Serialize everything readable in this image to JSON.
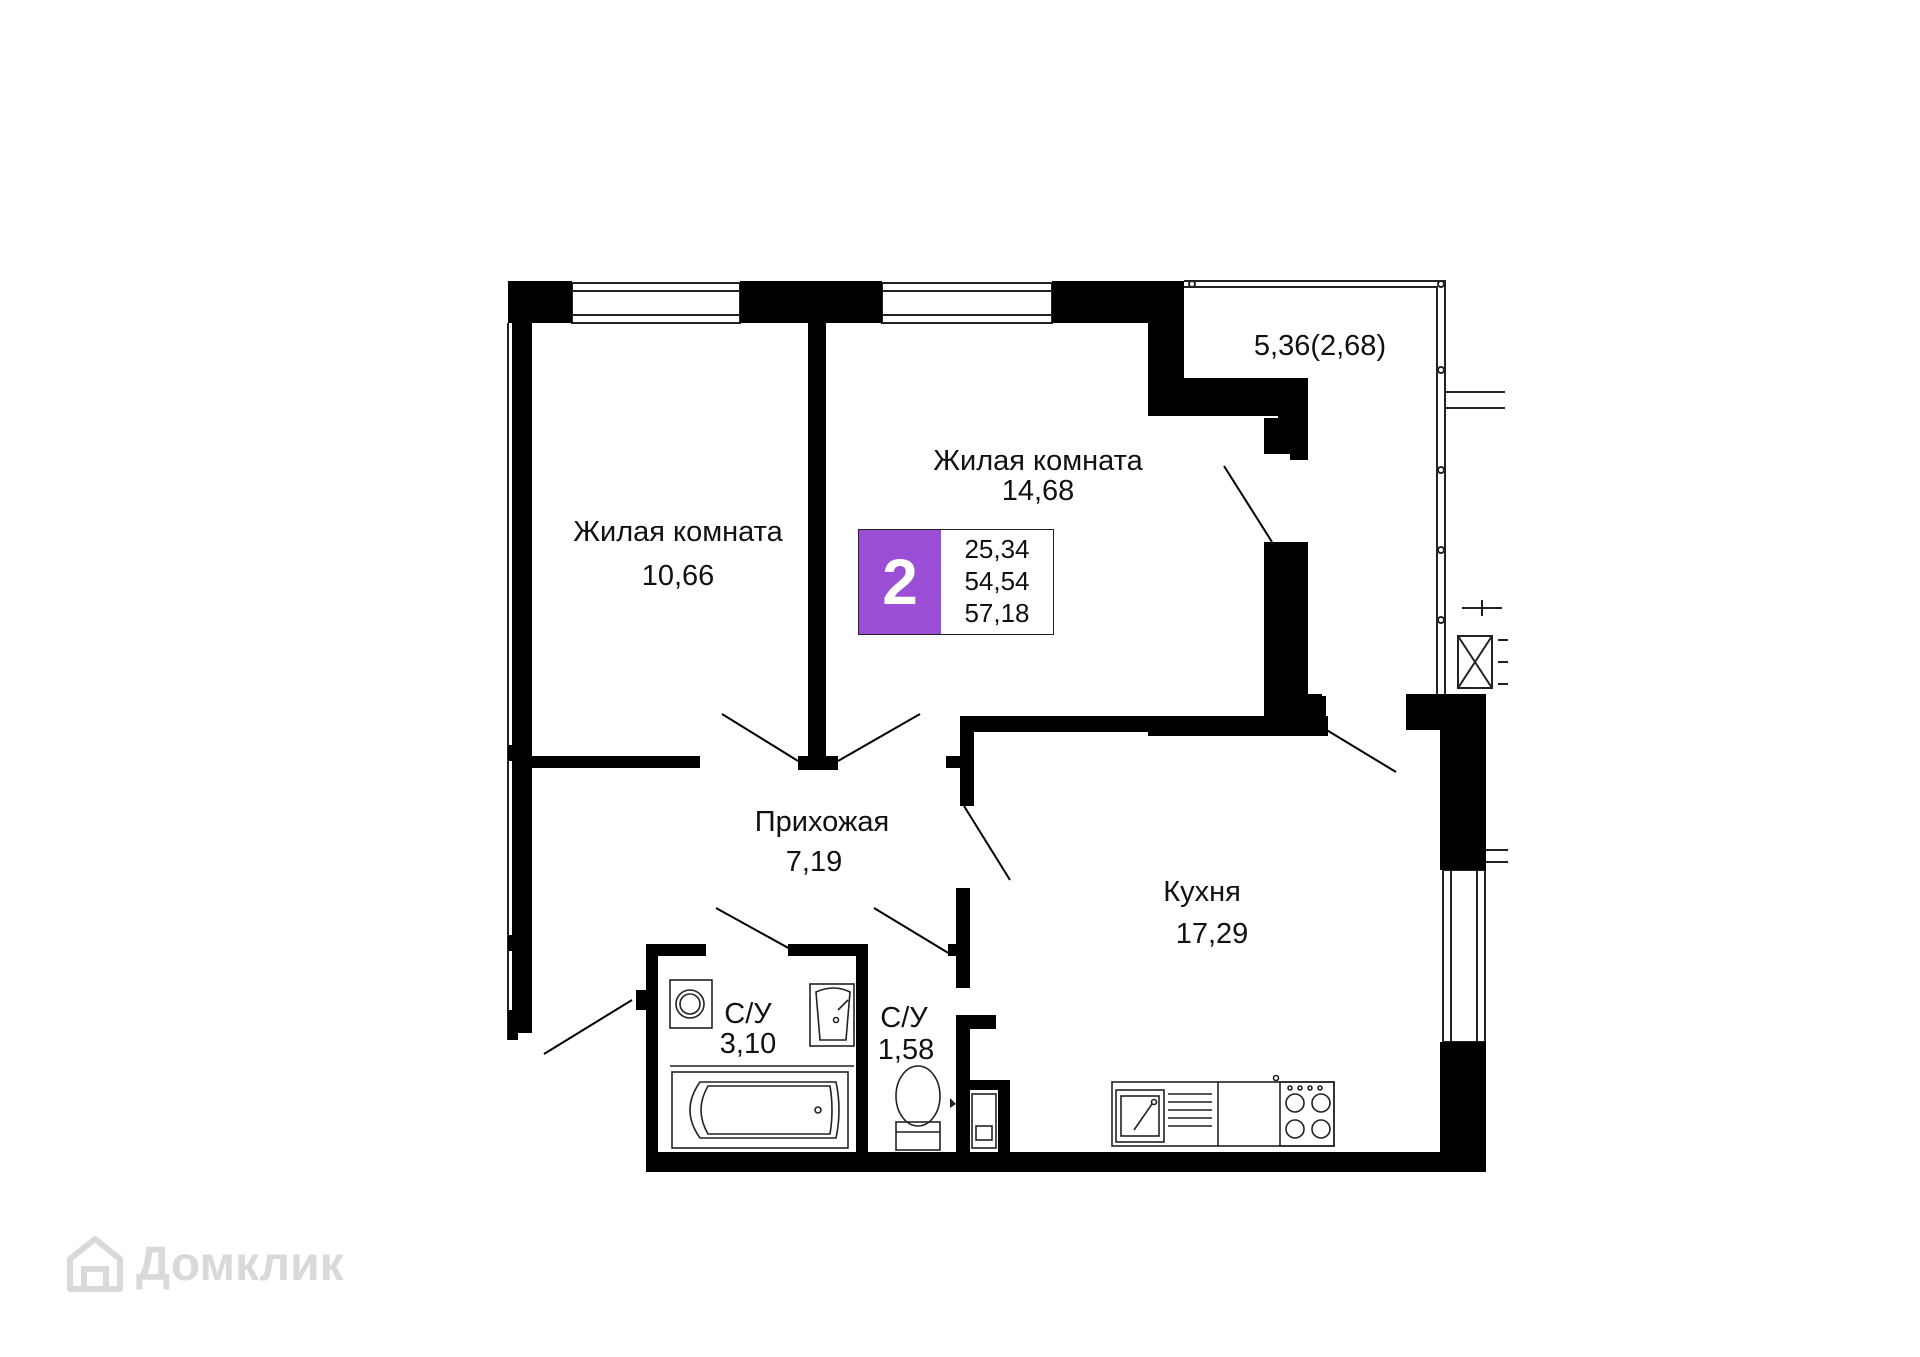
{
  "rooms": {
    "living1": {
      "name": "Жилая комната",
      "area": "10,66"
    },
    "living2": {
      "name": "Жилая комната",
      "area": "14,68"
    },
    "balcony": {
      "area": "5,36(2,68)"
    },
    "hall": {
      "name": "Прихожая",
      "area": "7,19"
    },
    "kitchen": {
      "name": "Кухня",
      "area": "17,29"
    },
    "bath1": {
      "name": "С/У",
      "area": "3,10"
    },
    "bath2": {
      "name": "С/У",
      "area": "1,58"
    }
  },
  "summary": {
    "room_count": "2",
    "living_area": "25,34",
    "total_area": "54,54",
    "total_with_balcony": "57,18"
  },
  "watermark": {
    "text": "Домклик",
    "icon": "house-logo-icon"
  },
  "colors": {
    "wall": "#000000",
    "badge": "#9b4fd6",
    "thin": "#222222"
  }
}
